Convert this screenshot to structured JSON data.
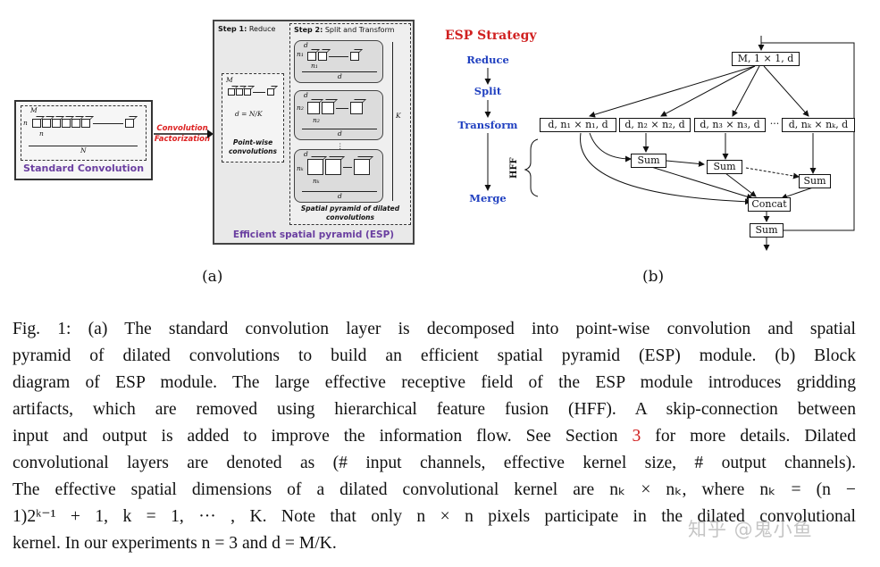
{
  "panel_a": {
    "std_label": "Standard Convolution",
    "factorization_label": "Convolution Factorization",
    "step1_bold": "Step 1:",
    "step1_text": " Reduce",
    "step2_bold": "Step 2:",
    "step2_text": " Split and Transform",
    "pointwise_label": "Point-wise convolutions",
    "pyramid_label": "Spatial pyramid of dilated convolutions",
    "esp_label": "Efficient spatial pyramid (ESP)",
    "caption": "(a)",
    "symbols": {
      "M": "M",
      "n": "n",
      "N": "N",
      "d": "d",
      "d_eq": "d = N/K",
      "n1": "n₁",
      "n2": "n₂",
      "nK": "nₖ",
      "K": "K",
      "dots": "⋮"
    }
  },
  "panel_b": {
    "strategy_title": "ESP Strategy",
    "steps": [
      "Reduce",
      "Split",
      "Transform",
      "Merge"
    ],
    "hff": "HFF",
    "input_node": "M, 1 × 1, d",
    "branch_nodes": [
      "d, n₁ × n₁, d",
      "d, n₂ × n₂, d",
      "d, n₃ × n₃, d",
      "···",
      "d, nₖ × nₖ, d"
    ],
    "sum_label": "Sum",
    "concat_label": "Concat",
    "caption": "(b)"
  },
  "caption": {
    "lines": [
      "Fig. 1: (a) The standard convolution layer is decomposed into point-wise convolution and spatial",
      "pyramid of dilated convolutions to build an efficient spatial pyramid (ESP) module. (b) Block",
      "diagram of ESP module. The large effective receptive field of the ESP module introduces gridding",
      "artifacts, which are removed using hierarchical feature fusion (HFF). A skip-connection between"
    ],
    "line5_pre": "input and output is added to improve the information flow. See Section ",
    "line5_ref": "3",
    "line5_post": " for more details. Dilated",
    "lines_after": [
      "convolutional layers are denoted as (# input channels, effective kernel size, # output channels).",
      "The effective spatial dimensions of a dilated convolutional kernel are nₖ × nₖ, where nₖ = (n −",
      "1)2ᵏ⁻¹ + 1,  k = 1, ··· , K. Note that only n × n pixels participate in the dilated convolutional"
    ],
    "last_line": "kernel. In our experiments n = 3 and d = M/K."
  },
  "watermark": "知乎 @鬼小鱼"
}
